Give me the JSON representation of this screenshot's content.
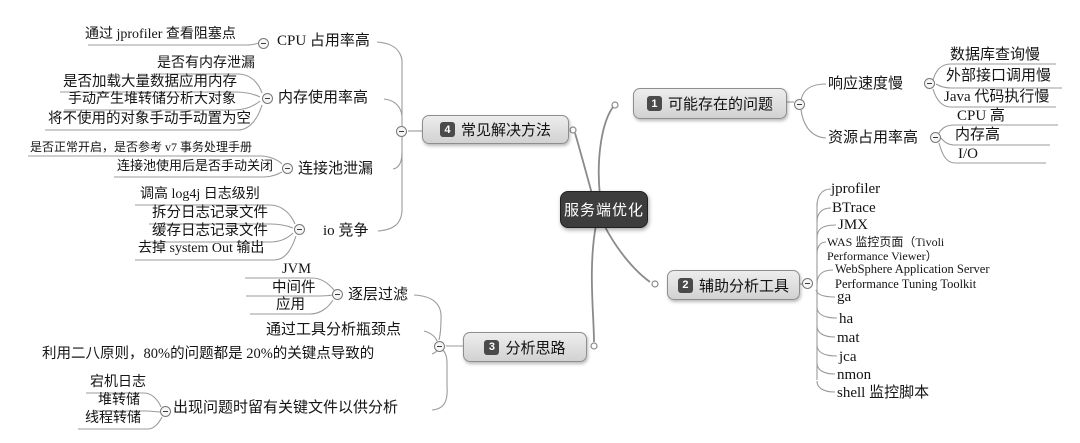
{
  "palette": {
    "center_bg": "#3d3d3d",
    "node_bg": "#d9d9d9",
    "line": "#999999",
    "text": "#141414"
  },
  "center": {
    "title": "服务端优化"
  },
  "problems": {
    "badge": "1",
    "label": "可能存在的问题",
    "response": {
      "label": "响应速度慢",
      "items": [
        "数据库查询慢",
        "外部接口调用慢",
        "Java 代码执行慢"
      ]
    },
    "resource": {
      "label": "资源占用率高",
      "items": [
        "CPU 高",
        "内存高",
        "I/O"
      ]
    }
  },
  "tools": {
    "badge": "2",
    "label": "辅助分析工具",
    "items": [
      "jprofiler",
      "BTrace",
      "JMX",
      "WAS 监控页面（Tivoli Performance Viewer）",
      "WebSphere Application Server Performance Tuning Toolkit",
      "ga",
      "ha",
      "mat",
      "jca",
      "nmon",
      "shell 监控脚本"
    ]
  },
  "analysis": {
    "badge": "3",
    "label": "分析思路",
    "filter": {
      "label": "逐层过滤",
      "items": [
        "JVM",
        "中间件",
        "应用"
      ]
    },
    "bottleneck": "通过工具分析瓶颈点",
    "pareto": "利用二八原则，80%的问题都是 20%的关键点导致的",
    "keyfiles": {
      "label": "出现问题时留有关键文件以供分析",
      "items": [
        "宕机日志",
        "堆转储",
        "线程转储"
      ]
    }
  },
  "solutions": {
    "badge": "4",
    "label": "常见解决方法",
    "cpu": {
      "label": "CPU 占用率高",
      "items": [
        "通过 jprofiler 查看阻塞点"
      ]
    },
    "memory": {
      "label": "内存使用率高",
      "items": [
        "是否有内存泄漏",
        "是否加载大量数据应用内存",
        "手动产生堆转储分析大对象",
        "将不使用的对象手动手动置为空"
      ]
    },
    "pool": {
      "label": "连接池泄漏",
      "items": [
        "是否正常开启，是否参考 v7 事务处理手册",
        "连接池使用后是否手动关闭"
      ]
    },
    "io": {
      "label": "io 竞争",
      "items": [
        "调高 log4j 日志级别",
        "拆分日志记录文件",
        "缓存日志记录文件",
        "去掉 system Out 输出"
      ]
    }
  }
}
